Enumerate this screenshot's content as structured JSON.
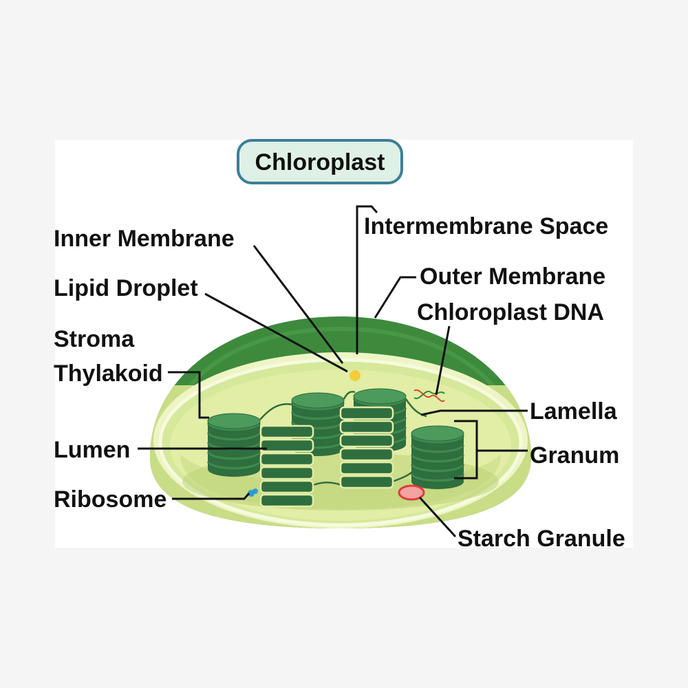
{
  "title": "Chloroplast",
  "labels": {
    "inner_membrane": "Inner Membrane",
    "intermembrane_space": "Intermembrane Space",
    "lipid_droplet": "Lipid Droplet",
    "outer_membrane": "Outer Membrane",
    "chloroplast_dna": "Chloroplast DNA",
    "stroma": "Stroma",
    "thylakoid": "Thylakoid",
    "lamella": "Lamella",
    "lumen": "Lumen",
    "granum": "Granum",
    "ribosome": "Ribosome",
    "starch_granule": "Starch Granule"
  },
  "colors": {
    "background": "#f5f5f5",
    "panel": "#ffffff",
    "outer_membrane": "#3d8a3d",
    "inner_membrane": "#d6e89a",
    "stroma": "#e2eda6",
    "thylakoid": "#3f8a4f",
    "thylakoid_dark": "#2f6e3e",
    "lipid_droplet": "#f4cd3a",
    "ribosome": "#2a9ad6",
    "starch_granule": "#e33b3b",
    "title_fill": "#dff0e6",
    "title_stroke": "#3c7f97"
  }
}
